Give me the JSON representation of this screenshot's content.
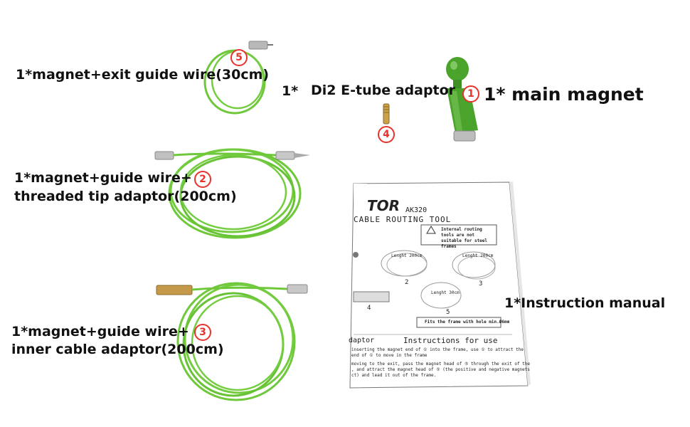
{
  "items": {
    "exit_wire": {
      "label": "1*magnet+exit guide wire(30cm)",
      "num": "5"
    },
    "adaptor": {
      "qty": "1*",
      "label": "Di2 E-tube adaptor",
      "num": "4"
    },
    "main_magnet": {
      "label": "1* main magnet",
      "num": "1"
    },
    "threaded_wire": {
      "line1": "1*magnet+guide wire+",
      "line2": "threaded tip adaptor(200cm)",
      "num": "2"
    },
    "inner_wire": {
      "line1": "1*magnet+guide wire+",
      "line2": "inner cable adaptor(200cm)",
      "num": "3"
    },
    "manual": {
      "label": "1*Instruction manual"
    }
  },
  "manual_sheet": {
    "brand": "TOR",
    "model": "AK320",
    "title": "CABLE ROUTING TOOL",
    "warning": "Internal routing tools are not suitable for steel frames",
    "length_200a": "Lenght 200cm",
    "length_200b": "Lenght 200cm",
    "length_30": "Lenght 30cm",
    "n2": "2",
    "n3": "3",
    "n4": "4",
    "n5": "5",
    "fit_note": "Fits the frame with hole min.Ø6mm",
    "section_left": "daptor",
    "section_title": "Instructions for use",
    "text1": "inserting the magnet end of ① into the frame, use ① to attract the",
    "text2": "end of ① to move in the frame",
    "text3": "moving to the exit, pass the magnet head of ⑤ through the exit of the",
    "text4": ", and attract the magnet head of ⑤ (the positive and negative magnets",
    "text5": "ct) and lead it out of the frame."
  },
  "colors": {
    "wire": "#6ec83a",
    "magnet": "#4aa32a",
    "badge": "#e8322c"
  }
}
